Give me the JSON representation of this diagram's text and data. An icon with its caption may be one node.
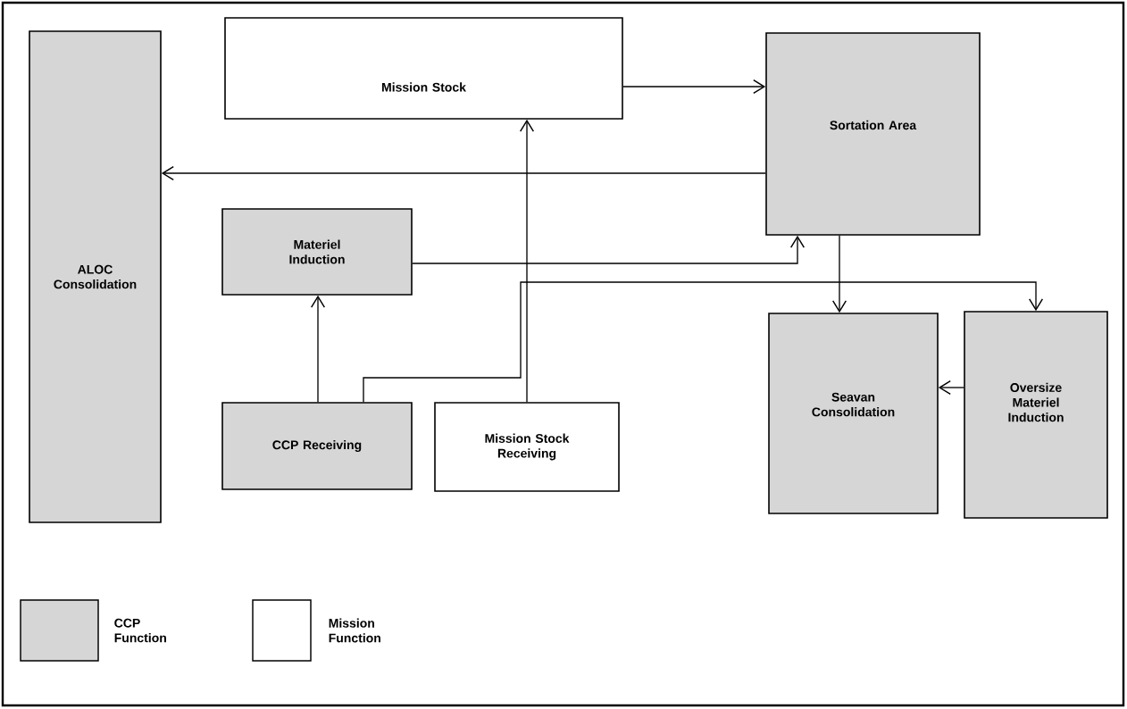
{
  "diagram": {
    "nodes": [
      {
        "text": [
          "ALOC Consolidation"
        ]
      },
      {
        "text": [
          "Mission Stock"
        ]
      },
      {
        "text": [
          "Sortation Area"
        ]
      },
      {
        "text": [
          "Materiel Induction"
        ]
      },
      {
        "text": [
          "CCP Receiving"
        ]
      },
      {
        "text": [
          "Mission Stock Receiving"
        ]
      },
      {
        "text": [
          "Seavan Consolidation"
        ]
      },
      {
        "text": [
          "Oversize Materiel Induction"
        ]
      }
    ],
    "edges": [
      {
        "from": 1,
        "to": 2,
        "arrow": "to"
      },
      {
        "from": 2,
        "to": 0,
        "arrow": "to"
      },
      {
        "from": 3,
        "to": 2,
        "arrow": "to"
      },
      {
        "from": 4,
        "to": 3,
        "arrow": "to"
      },
      {
        "from": 4,
        "to": 7,
        "arrow": "to"
      },
      {
        "from": 5,
        "to": 1,
        "arrow": "to"
      },
      {
        "from": 2,
        "to": 6,
        "arrow": "to"
      },
      {
        "from": 7,
        "to": 6,
        "arrow": "to"
      }
    ],
    "legend": [
      {
        "text": "CCP Function",
        "color": "#d6d6d6"
      },
      {
        "text": "Mission Function"
      }
    ]
  }
}
